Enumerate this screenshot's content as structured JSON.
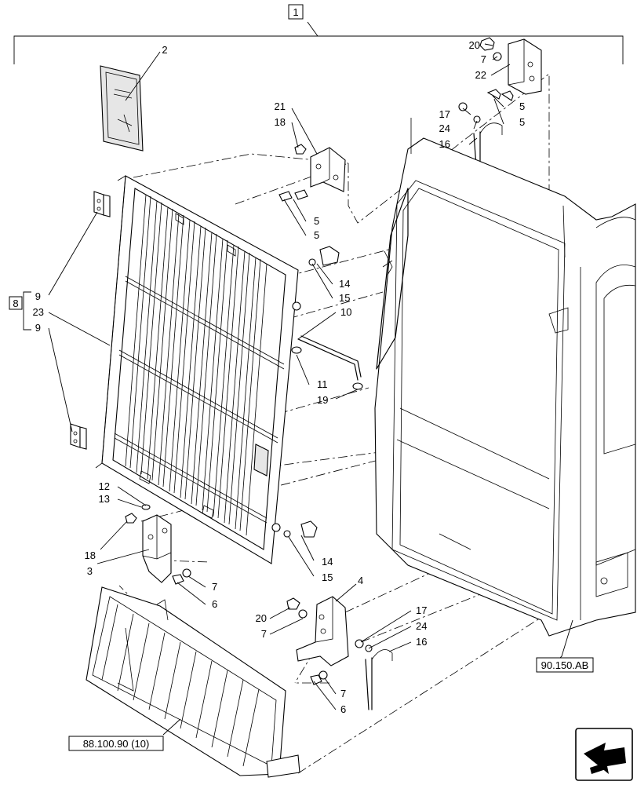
{
  "diagram": {
    "assembly_number": "1",
    "group_number": "8",
    "reference_labels": {
      "cab": "90.150.AB",
      "guard": "88.100.90 (10)"
    },
    "callouts": [
      {
        "id": "c2",
        "text": "2"
      },
      {
        "id": "c20a",
        "text": "20"
      },
      {
        "id": "c7a",
        "text": "7"
      },
      {
        "id": "c22",
        "text": "22"
      },
      {
        "id": "c5a",
        "text": "5"
      },
      {
        "id": "c17a",
        "text": "17"
      },
      {
        "id": "c24a",
        "text": "24"
      },
      {
        "id": "c5b",
        "text": "5"
      },
      {
        "id": "c16a",
        "text": "16"
      },
      {
        "id": "c21",
        "text": "21"
      },
      {
        "id": "c18a",
        "text": "18"
      },
      {
        "id": "c5c",
        "text": "5"
      },
      {
        "id": "c5d",
        "text": "5"
      },
      {
        "id": "c14a",
        "text": "14"
      },
      {
        "id": "c15a",
        "text": "15"
      },
      {
        "id": "c10",
        "text": "10"
      },
      {
        "id": "c9a",
        "text": "9"
      },
      {
        "id": "c23",
        "text": "23"
      },
      {
        "id": "c9b",
        "text": "9"
      },
      {
        "id": "c11",
        "text": "11"
      },
      {
        "id": "c19",
        "text": "19"
      },
      {
        "id": "c12",
        "text": "12"
      },
      {
        "id": "c13",
        "text": "13"
      },
      {
        "id": "c18b",
        "text": "18"
      },
      {
        "id": "c3",
        "text": "3"
      },
      {
        "id": "c7b",
        "text": "7"
      },
      {
        "id": "c6a",
        "text": "6"
      },
      {
        "id": "c14b",
        "text": "14"
      },
      {
        "id": "c15b",
        "text": "15"
      },
      {
        "id": "c4",
        "text": "4"
      },
      {
        "id": "c20b",
        "text": "20"
      },
      {
        "id": "c7c",
        "text": "7"
      },
      {
        "id": "c17b",
        "text": "17"
      },
      {
        "id": "c24b",
        "text": "24"
      },
      {
        "id": "c16b",
        "text": "16"
      },
      {
        "id": "c7d",
        "text": "7"
      },
      {
        "id": "c6b",
        "text": "6"
      }
    ],
    "icons": {
      "navigation": "arrow-navigation-icon"
    }
  }
}
